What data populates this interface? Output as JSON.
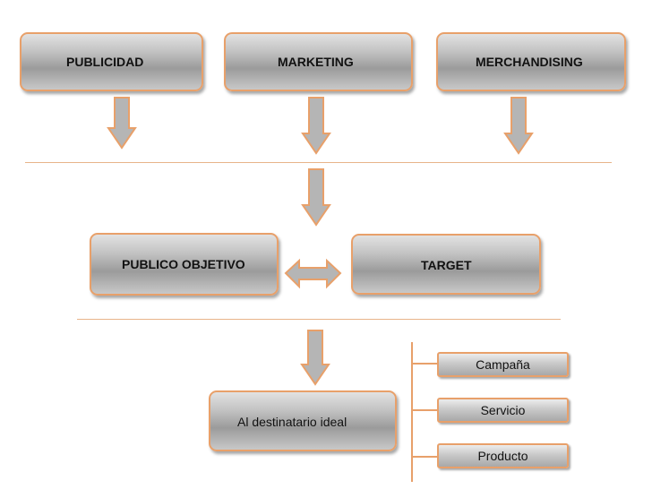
{
  "top_boxes": [
    {
      "label": "PUBLICIDAD"
    },
    {
      "label": "MARKETING"
    },
    {
      "label": "MERCHANDISING"
    }
  ],
  "middle_boxes": [
    {
      "label": "PUBLICO OBJETIVO"
    },
    {
      "label": "TARGET"
    }
  ],
  "bottom_box": {
    "label": "Al destinatario ideal"
  },
  "branch_items": [
    {
      "label": "Campaña"
    },
    {
      "label": "Servicio"
    },
    {
      "label": "Producto"
    }
  ],
  "colors": {
    "accent_border": "#e8a06a",
    "arrow_fill": "#b5b5b5",
    "divider": "#e8b48a"
  }
}
